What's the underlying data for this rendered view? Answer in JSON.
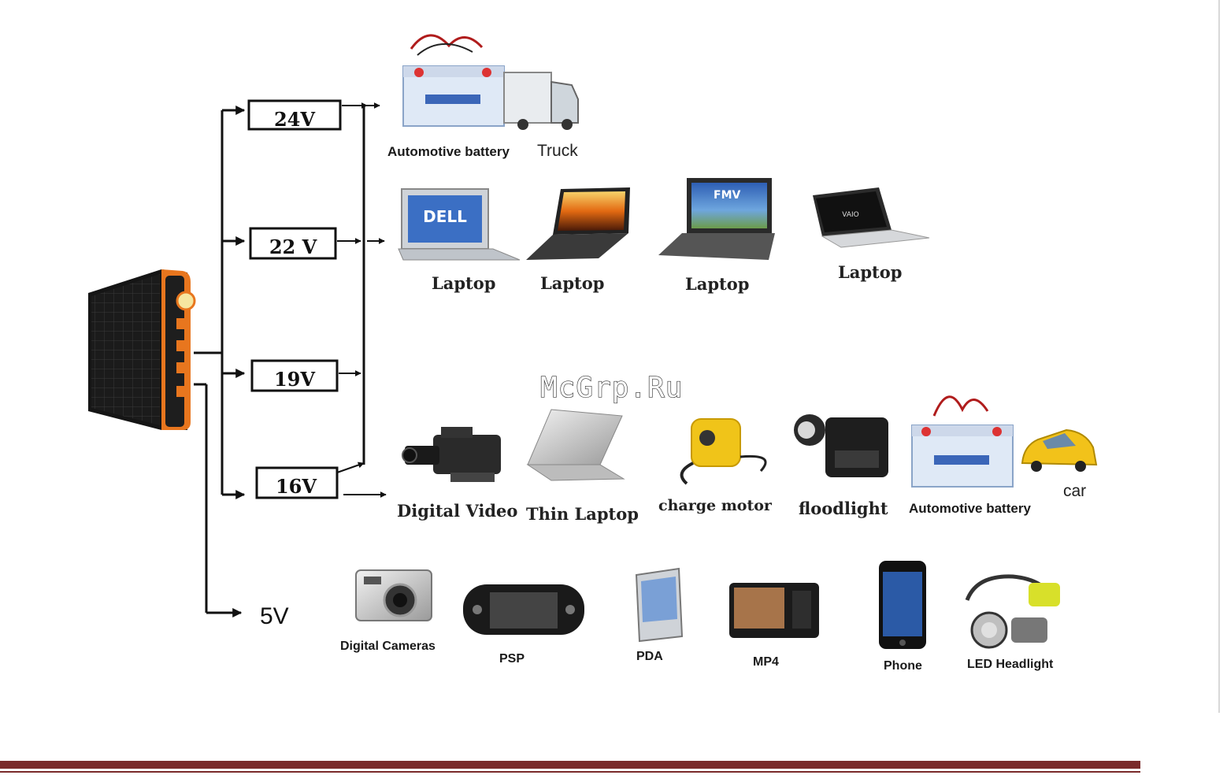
{
  "watermark": "McGrp.Ru",
  "voltages": {
    "v24": "24V",
    "v22": "22 V",
    "v19": "19V",
    "v16": "16V",
    "v5": "5V"
  },
  "group_24v": {
    "automotive_battery": "Automotive battery",
    "truck": "Truck"
  },
  "group_laptops": {
    "laptop_1": "Laptop",
    "laptop_2": "Laptop",
    "laptop_3": "Laptop",
    "laptop_4": "Laptop",
    "dell_brand": "DELL",
    "fmv_brand": "FMV",
    "vaio_brand": "VAIO"
  },
  "group_16v": {
    "digital_video": "Digital Video",
    "thin_laptop": "Thin Laptop",
    "charge_motor": "charge motor",
    "floodlight": "floodlight",
    "automotive_battery": "Automotive battery",
    "car": "car"
  },
  "group_5v": {
    "digital_cameras": "Digital Cameras",
    "psp": "PSP",
    "pda": "PDA",
    "mp4": "MP4",
    "phone": "Phone",
    "led_headlight": "LED Headlight"
  },
  "colors": {
    "accent_orange": "#e8761e",
    "footer": "#7a2a2a",
    "battery_body": "#dfe9f6",
    "car_yellow": "#f2c21a"
  }
}
